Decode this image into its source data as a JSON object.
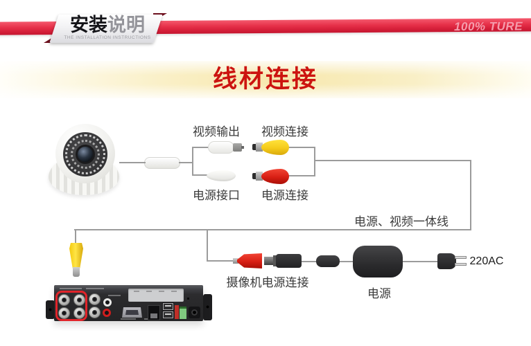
{
  "banner": {
    "title_strong": "安装",
    "title_light": "说明",
    "subtitle": "THE INSTALLATION INSTRUCTIONS",
    "watermark": "100% TURE",
    "band_color": "#e63049"
  },
  "page": {
    "title": "线材连接",
    "title_color": "#cc1410"
  },
  "diagram": {
    "camera_video_out_label": "视频输出",
    "cable_video_label": "视频连接",
    "camera_power_port_label": "电源接口",
    "cable_power_label": "电源连接",
    "combo_cable_label": "电源、视频一体线",
    "camera_power_conn_label": "摄像机电源连接",
    "adapter_label": "电源",
    "ac_label": "220AC",
    "colors": {
      "video_connector": "#f5cb1a",
      "power_connector": "#d81f14",
      "cable_line": "#9b9b9b",
      "highlight_box": "#e1242a"
    }
  }
}
